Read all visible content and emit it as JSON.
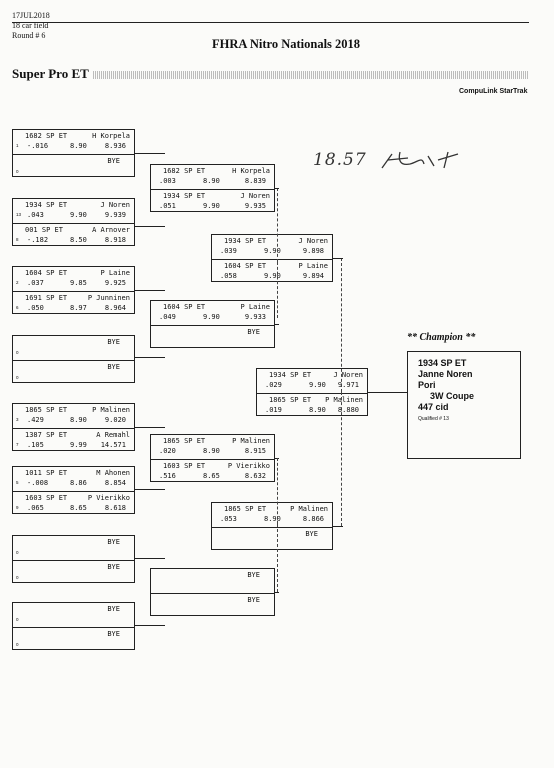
{
  "header": {
    "date": "17JUL2018",
    "field": "18 car field",
    "round": "Round # 6",
    "title": "FHRA Nitro Nationals 2018",
    "class": "Super Pro ET",
    "vendor": "CompuLink StarTrak"
  },
  "round1": [
    {
      "top": {
        "dial": "1682 SP ET",
        "name": "H Korpela",
        "lane": "1",
        "rt": "-.016",
        "d": "8.90",
        "et": "8.936"
      },
      "bot": {
        "bye": "BYE",
        "lane": "0"
      }
    },
    {
      "top": {
        "dial": "1934 SP ET",
        "name": "J Noren",
        "lane": "13",
        "rt": ".043",
        "d": "9.90",
        "et": "9.939"
      },
      "bot": {
        "dial": "001 SP ET",
        "name": "A Arnover",
        "lane": "8",
        "rt": "-.182",
        "d": "8.50",
        "et": "8.918"
      }
    },
    {
      "top": {
        "dial": "1604 SP ET",
        "name": "P Laine",
        "lane": "2",
        "rt": ".037",
        "d": "9.85",
        "et": "9.925"
      },
      "bot": {
        "dial": "1691 SP ET",
        "name": "P Junninen",
        "lane": "6",
        "rt": ".050",
        "d": "8.97",
        "et": "8.964"
      }
    },
    {
      "top": {
        "bye": "BYE",
        "lane": "0"
      },
      "bot": {
        "bye": "BYE",
        "lane": "0"
      }
    },
    {
      "top": {
        "dial": "1865 SP ET",
        "name": "P Malinen",
        "lane": "3",
        "rt": ".429",
        "d": "8.90",
        "et": "9.020"
      },
      "bot": {
        "dial": "1387 SP ET",
        "name": "A Remahl",
        "lane": "7",
        "rt": ".105",
        "d": "9.99",
        "et": "14.571"
      }
    },
    {
      "top": {
        "dial": "1011 SP ET",
        "name": "M Ahonen",
        "lane": "5",
        "rt": "-.008",
        "d": "8.86",
        "et": "8.854"
      },
      "bot": {
        "dial": "1603 SP ET",
        "name": "P Vierikko",
        "lane": "9",
        "rt": ".065",
        "d": "8.65",
        "et": "8.618"
      }
    },
    {
      "top": {
        "bye": "BYE",
        "lane": "0"
      },
      "bot": {
        "bye": "BYE",
        "lane": "0"
      }
    },
    {
      "top": {
        "bye": "BYE",
        "lane": "0"
      },
      "bot": {
        "bye": "BYE",
        "lane": "0"
      }
    }
  ],
  "round2": [
    {
      "top": {
        "dial": "1682 SP ET",
        "name": "H Korpela",
        "rt": ".003",
        "d": "8.90",
        "et": "8.839"
      },
      "bot": {
        "dial": "1934 SP ET",
        "name": "J Noren",
        "rt": ".051",
        "d": "9.90",
        "et": "9.935"
      }
    },
    {
      "top": {
        "dial": "1604 SP ET",
        "name": "P Laine",
        "rt": ".049",
        "d": "9.90",
        "et": "9.933"
      },
      "bot": {
        "bye": "BYE"
      }
    },
    {
      "top": {
        "dial": "1865 SP ET",
        "name": "P Malinen",
        "rt": ".020",
        "d": "8.90",
        "et": "8.915"
      },
      "bot": {
        "dial": "1603 SP ET",
        "name": "P Vierikko",
        "rt": ".516",
        "d": "8.65",
        "et": "8.632"
      }
    },
    {
      "top": {
        "bye": "BYE"
      },
      "bot": {
        "bye": "BYE"
      }
    }
  ],
  "round3": [
    {
      "top": {
        "dial": "1934 SP ET",
        "name": "J Noren",
        "rt": ".039",
        "d": "9.90",
        "et": "9.898"
      },
      "bot": {
        "dial": "1604 SP ET",
        "name": "P Laine",
        "rt": ".058",
        "d": "9.90",
        "et": "9.894"
      }
    },
    {
      "top": {
        "dial": "1865 SP ET",
        "name": "P Malinen",
        "rt": ".053",
        "d": "8.90",
        "et": "8.866"
      },
      "bot": {
        "bye": "BYE"
      }
    }
  ],
  "final": {
    "top": {
      "dial": "1934 SP ET",
      "name": "J Noren",
      "rt": ".029",
      "d": "9.90",
      "et": "9.971"
    },
    "bot": {
      "dial": "1865 SP ET",
      "name": "P Malinen",
      "rt": ".019",
      "d": "8.90",
      "et": "8.880"
    }
  },
  "champion": {
    "label": "** Champion **",
    "dial": "1934  SP ET",
    "name": "Janne Noren",
    "town": "Pori",
    "car": "3W Coupe",
    "engine": "447 cid",
    "qualified": "Qualified # 13"
  },
  "handwriting": "18.57"
}
